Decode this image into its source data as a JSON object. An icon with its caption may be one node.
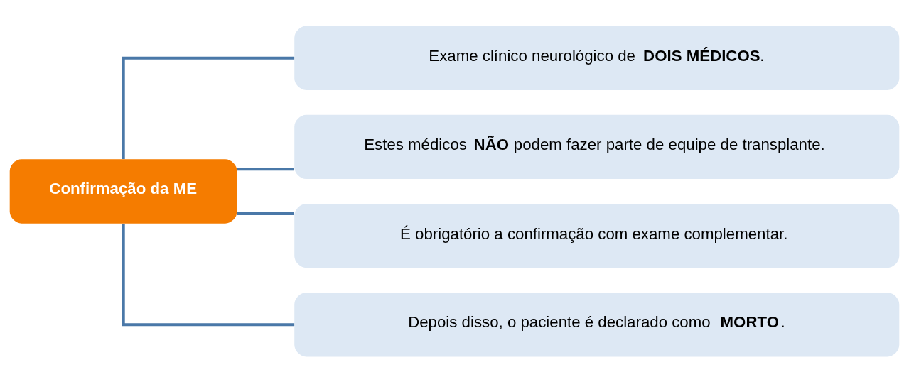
{
  "diagram": {
    "nodes": [
      {
        "text": [
          "Confirmação da ME"
        ]
      },
      {
        "text": [
          "Exame clínico neurológico de **DOIS MÉDICOS**."
        ]
      },
      {
        "text": [
          "Estes médicos **NÃO** podem fazer parte de equipe de transplante."
        ]
      },
      {
        "text": [
          "É obrigatório a confirmação com exame complementar."
        ]
      },
      {
        "text": [
          "Depois disso, o paciente é declarado como **MORTO**."
        ]
      }
    ],
    "edges": [
      {
        "from": 0,
        "to": 1,
        "arrow": "none"
      },
      {
        "from": 0,
        "to": 2,
        "arrow": "none"
      },
      {
        "from": 0,
        "to": 3,
        "arrow": "none"
      },
      {
        "from": 0,
        "to": 4,
        "arrow": "none"
      }
    ]
  }
}
